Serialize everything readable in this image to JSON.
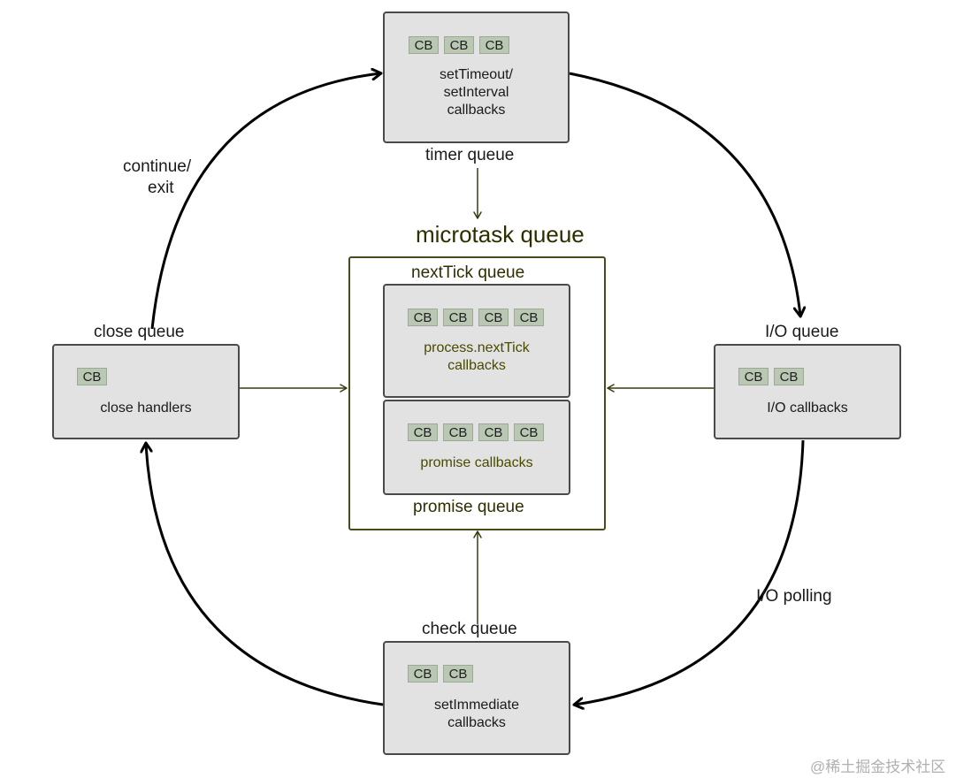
{
  "timer": {
    "cbs": [
      "CB",
      "CB",
      "CB"
    ],
    "lines": [
      "setTimeout/",
      "setInterval",
      "callbacks"
    ],
    "label": "timer queue"
  },
  "io": {
    "cbs": [
      "CB",
      "CB"
    ],
    "lines": [
      "I/O callbacks"
    ],
    "label": "I/O queue"
  },
  "close": {
    "cbs": [
      "CB"
    ],
    "lines": [
      "close handlers"
    ],
    "label": "close queue"
  },
  "check": {
    "cbs": [
      "CB",
      "CB"
    ],
    "lines": [
      "setImmediate",
      "callbacks"
    ],
    "label": "check queue"
  },
  "microtask": {
    "title": "microtask queue",
    "nexttick": {
      "label": "nextTick queue",
      "cbs": [
        "CB",
        "CB",
        "CB",
        "CB"
      ],
      "lines": [
        "process.nextTick",
        "callbacks"
      ]
    },
    "promise": {
      "label": "promise queue",
      "cbs": [
        "CB",
        "CB",
        "CB",
        "CB"
      ],
      "lines": [
        "promise callbacks"
      ]
    }
  },
  "edges": {
    "continue_exit": [
      "continue/",
      "exit"
    ],
    "io_polling": "I/O polling"
  },
  "watermark": "@稀土掘金技术社区"
}
